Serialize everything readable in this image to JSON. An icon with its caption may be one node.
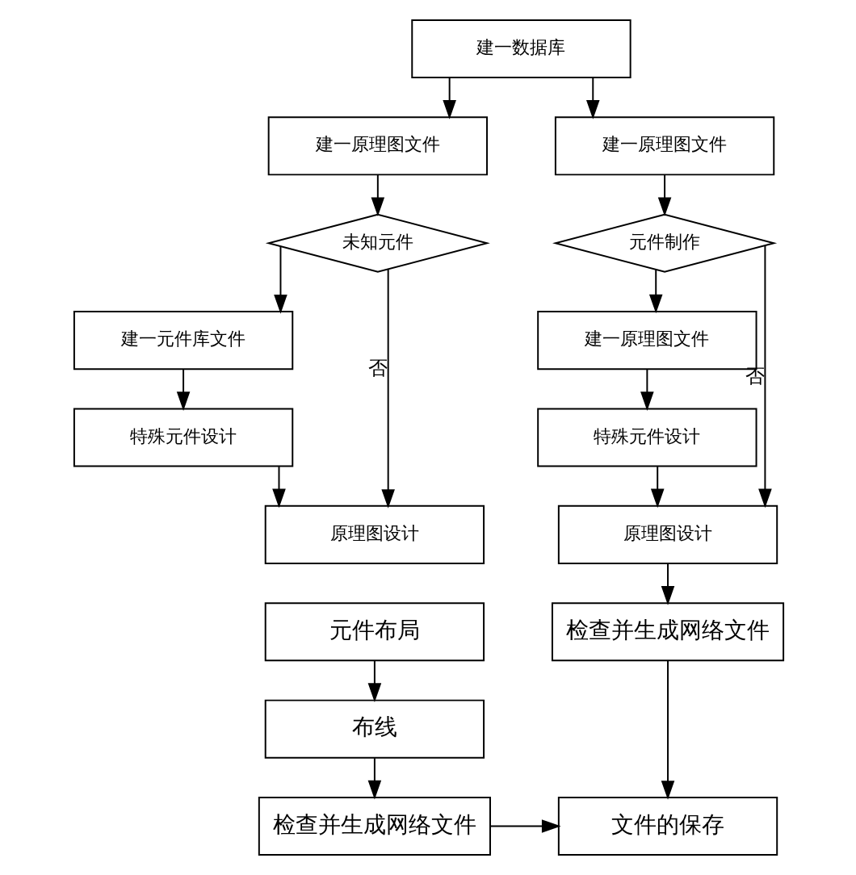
{
  "diagram": {
    "nodes": [
      {
        "text": [
          "建一数据库"
        ]
      },
      {
        "text": [
          "建一原理图文件"
        ]
      },
      {
        "text": [
          "建一原理图文件"
        ]
      },
      {
        "text": [
          "元件制作"
        ]
      },
      {
        "text": [
          "未知元件"
        ]
      },
      {
        "text": [
          "建一原理图文件"
        ]
      },
      {
        "text": [
          "建一元件库文件"
        ]
      },
      {
        "text": [
          "特殊元件设计"
        ]
      },
      {
        "text": [
          "特殊元件设计"
        ]
      },
      {
        "text": [
          "原理图设计"
        ]
      },
      {
        "text": [
          "原理图设计"
        ]
      },
      {
        "text": [
          "检查并生成网络文件"
        ]
      },
      {
        "text": [
          "元件布局"
        ]
      },
      {
        "text": [
          "布线"
        ]
      },
      {
        "text": [
          "文件的保存"
        ]
      },
      {
        "text": [
          "检查并生成网络文件"
        ]
      }
    ],
    "edges": [
      {
        "from": 0,
        "to": 1,
        "arrow": "to"
      },
      {
        "from": 0,
        "to": 2,
        "arrow": "to"
      },
      {
        "from": 1,
        "to": 3,
        "arrow": "to"
      },
      {
        "from": 2,
        "to": 4,
        "arrow": "to"
      },
      {
        "from": 3,
        "to": 5,
        "arrow": "to"
      },
      {
        "from": 4,
        "to": 6,
        "arrow": "to"
      },
      {
        "from": 5,
        "to": 7,
        "arrow": "to"
      },
      {
        "from": 6,
        "to": 8,
        "arrow": "to"
      },
      {
        "from": 7,
        "to": 9,
        "arrow": "to"
      },
      {
        "from": 8,
        "to": 10,
        "arrow": "to"
      },
      {
        "from": 3,
        "to": 9,
        "arrow": "to",
        "label": "否"
      },
      {
        "from": 4,
        "to": 10,
        "arrow": "to",
        "label": "否"
      },
      {
        "from": 9,
        "to": 11,
        "arrow": "to"
      },
      {
        "from": 11,
        "to": 14,
        "arrow": "to"
      },
      {
        "from": 12,
        "to": 13,
        "arrow": "to"
      },
      {
        "from": 13,
        "to": 15,
        "arrow": "to"
      },
      {
        "from": 15,
        "to": 14,
        "arrow": "to"
      }
    ]
  }
}
